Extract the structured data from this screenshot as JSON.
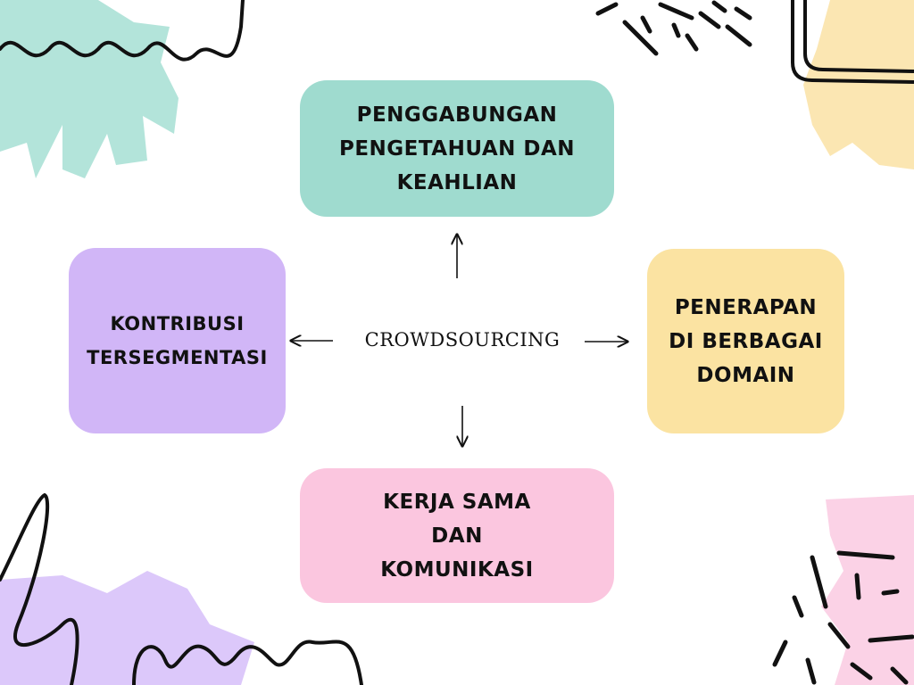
{
  "center_label": "CROWDSOURCING",
  "nodes": {
    "top": "PENGGABUNGAN\nPENGETAHUAN DAN\nKEAHLIAN",
    "left": "KONTRIBUSI\nTERSEGMENTASI",
    "right": "PENERAPAN\nDI BERBAGAI\nDOMAIN",
    "bottom": "KERJA SAMA\nDAN\nKOMUNIKASI"
  },
  "colors": {
    "top": "#9fdbcf",
    "left": "#d1b6f7",
    "right": "#fbe3a2",
    "bottom": "#fbc6df",
    "deco_mint": "#b3e4da",
    "deco_yellow": "#fbe6b2",
    "deco_purple": "#dcc8fa",
    "deco_pink": "#fbd2e6",
    "ink": "#111111"
  }
}
